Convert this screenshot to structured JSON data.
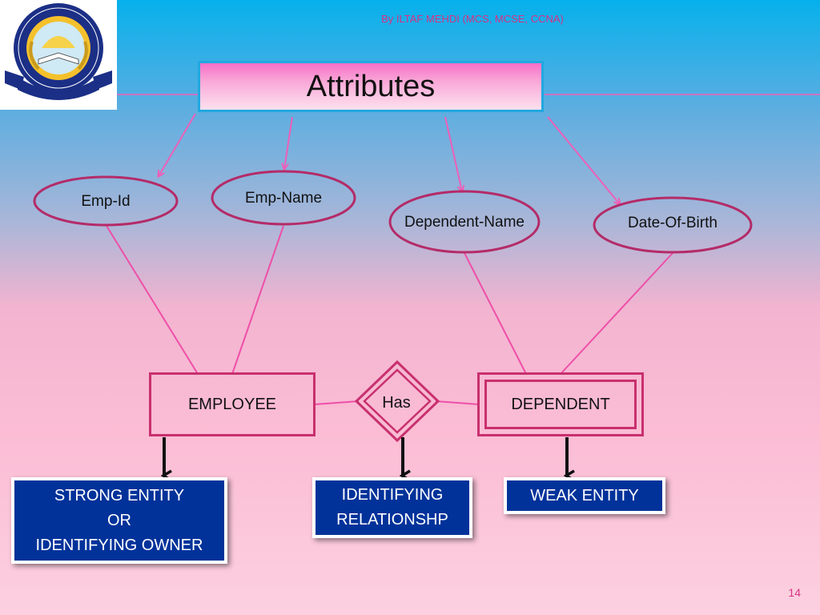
{
  "header": {
    "byline": "By ILTAF MEHDI (MCS, MCSE, CCNA)"
  },
  "logo": {
    "name": "institute-seal"
  },
  "title": "Attributes",
  "attributes": {
    "emp_id": "Emp-Id",
    "emp_name": "Emp-Name",
    "dependent_name": "Dependent-Name",
    "date_of_birth": "Date-Of-Birth"
  },
  "entities": {
    "employee": "EMPLOYEE",
    "relationship": "Has",
    "dependent": "DEPENDENT"
  },
  "labels": {
    "strong": [
      "STRONG ENTITY",
      "OR",
      "IDENTIFYING OWNER"
    ],
    "identifying": [
      "IDENTIFYING",
      "RELATIONSHP"
    ],
    "weak": "WEAK ENTITY"
  },
  "page_number": "14",
  "colors": {
    "accent_pink": "#d63384",
    "line_pink": "#ee4fa8",
    "border_crimson": "#c8306e",
    "label_blue": "#00329a",
    "title_border": "#21a8e0"
  }
}
